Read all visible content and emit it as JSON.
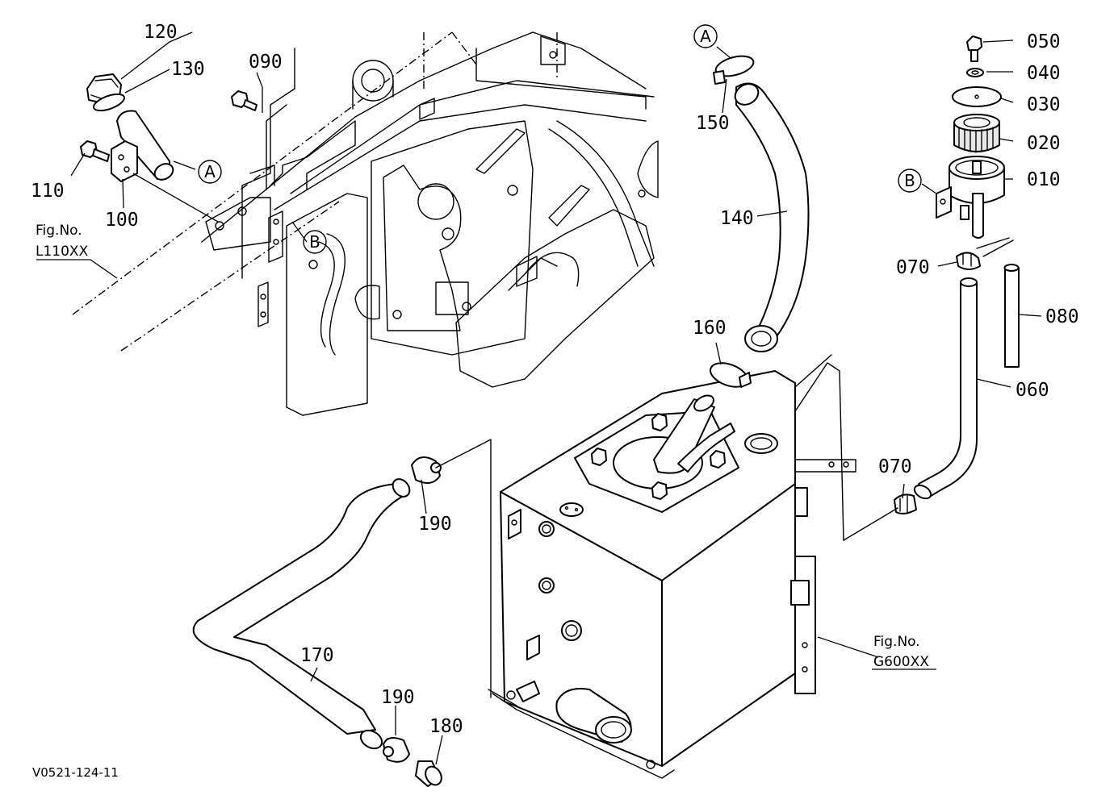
{
  "drawing_code": "V0521-124-11",
  "part_labels": {
    "p010": "010",
    "p020": "020",
    "p030": "030",
    "p040": "040",
    "p050": "050",
    "p060": "060",
    "p070a": "070",
    "p070b": "070",
    "p080": "080",
    "p090": "090",
    "p100": "100",
    "p110": "110",
    "p120": "120",
    "p130": "130",
    "p140": "140",
    "p150": "150",
    "p160": "160",
    "p170": "170",
    "p180": "180",
    "p190a": "190",
    "p190b": "190"
  },
  "markers": {
    "a1": "A",
    "a2": "A",
    "b1": "B",
    "b2": "B"
  },
  "figure_refs": {
    "left": {
      "line1": "Fig.No.",
      "line2": "L110XX"
    },
    "right": {
      "line1": "Fig.No.",
      "line2": "G600XX"
    }
  }
}
